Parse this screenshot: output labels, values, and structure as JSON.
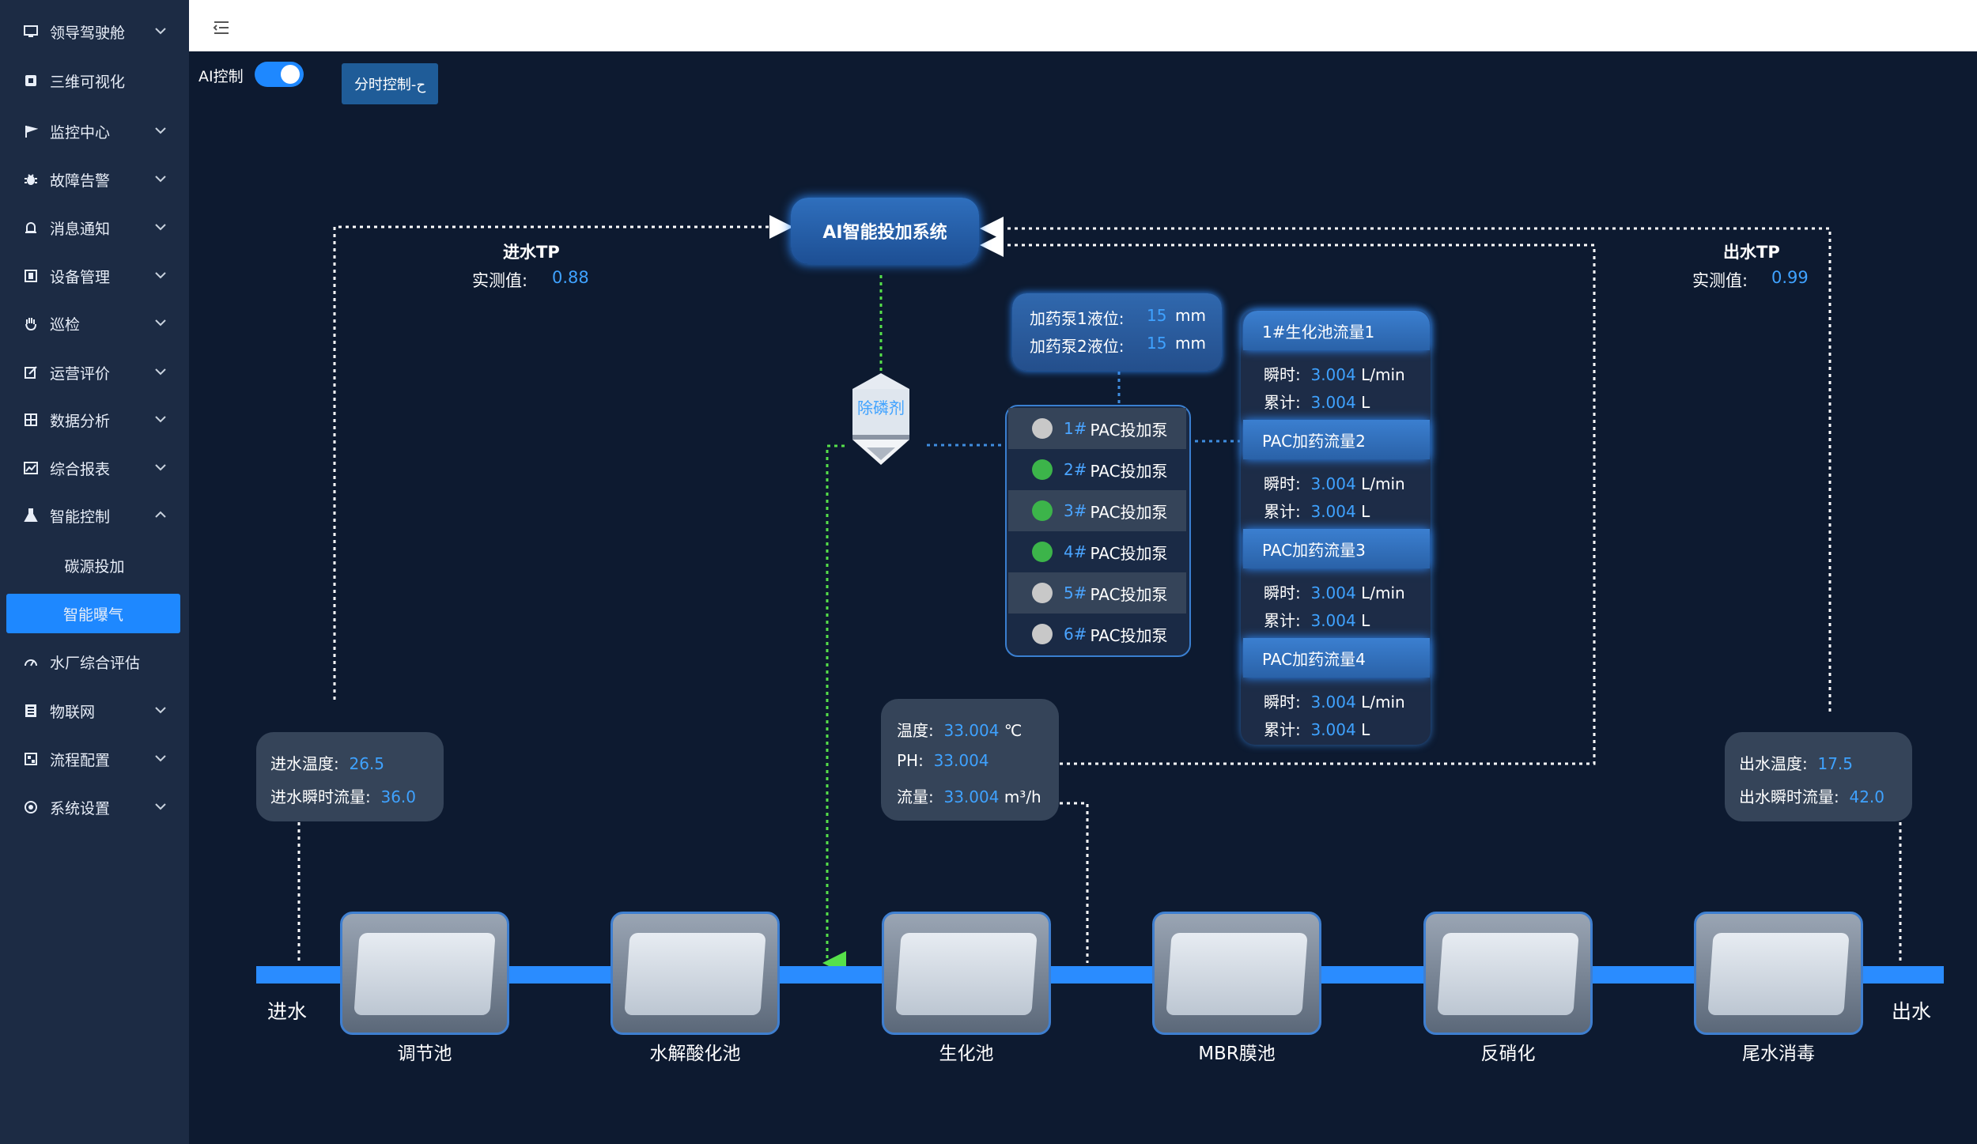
{
  "sidebar": {
    "items": [
      {
        "label": "领导驾驶舱",
        "icon": "monitor-icon"
      },
      {
        "label": "三维可视化",
        "icon": "cube-icon"
      },
      {
        "label": "监控中心",
        "icon": "flag-icon"
      },
      {
        "label": "故障告警",
        "icon": "bug-icon"
      },
      {
        "label": "消息通知",
        "icon": "bell-icon"
      },
      {
        "label": "设备管理",
        "icon": "device-icon"
      },
      {
        "label": "巡检",
        "icon": "hand-icon"
      },
      {
        "label": "运营评价",
        "icon": "edit-icon"
      },
      {
        "label": "数据分析",
        "icon": "data-icon"
      },
      {
        "label": "综合报表",
        "icon": "chart-icon"
      },
      {
        "label": "智能控制",
        "icon": "flask-icon"
      },
      {
        "label": "水厂综合评估",
        "icon": "gauge-icon"
      },
      {
        "label": "物联网",
        "icon": "list-icon"
      },
      {
        "label": "流程配置",
        "icon": "flow-icon"
      },
      {
        "label": "系统设置",
        "icon": "settings-icon"
      }
    ],
    "subitems": [
      "碳源投加",
      "智能曝气"
    ]
  },
  "header": {
    "menu_icon": "menu-fold-icon"
  },
  "controls": {
    "ai_label": "AI控制",
    "ai_enabled": true,
    "time_button": "分时控制-ح"
  },
  "ai_system": {
    "title": "AI智能投加系统"
  },
  "inlet_tp": {
    "title": "进水TP",
    "label": "实测值:",
    "value": "0.88"
  },
  "outlet_tp": {
    "title": "出水TP",
    "label": "实测值:",
    "value": "0.99"
  },
  "tank": {
    "label": "除磷剂"
  },
  "levels": {
    "pump1_label": "加药泵1液位:",
    "pump1_value": "15",
    "pump1_unit": "mm",
    "pump2_label": "加药泵2液位:",
    "pump2_value": "15",
    "pump2_unit": "mm"
  },
  "pumps": [
    {
      "num": "1#",
      "label": "PAC投加泵",
      "status": "off",
      "color": "#c8c8c8"
    },
    {
      "num": "2#",
      "label": "PAC投加泵",
      "status": "on",
      "color": "#3cb44a"
    },
    {
      "num": "3#",
      "label": "PAC投加泵",
      "status": "on",
      "color": "#3cb44a"
    },
    {
      "num": "4#",
      "label": "PAC投加泵",
      "status": "on",
      "color": "#3cb44a"
    },
    {
      "num": "5#",
      "label": "PAC投加泵",
      "status": "off",
      "color": "#c8c8c8"
    },
    {
      "num": "6#",
      "label": "PAC投加泵",
      "status": "off",
      "color": "#c8c8c8"
    }
  ],
  "flows": [
    {
      "title": "1#生化池流量1",
      "inst_label": "瞬时:",
      "inst_value": "3.004",
      "inst_unit": "L/min",
      "total_label": "累计:",
      "total_value": "3.004",
      "total_unit": "L"
    },
    {
      "title": "PAC加药流量2",
      "inst_label": "瞬时:",
      "inst_value": "3.004",
      "inst_unit": "L/min",
      "total_label": "累计:",
      "total_value": "3.004",
      "total_unit": "L"
    },
    {
      "title": "PAC加药流量3",
      "inst_label": "瞬时:",
      "inst_value": "3.004",
      "inst_unit": "L/min",
      "total_label": "累计:",
      "total_value": "3.004",
      "total_unit": "L"
    },
    {
      "title": "PAC加药流量4",
      "inst_label": "瞬时:",
      "inst_value": "3.004",
      "inst_unit": "L/min",
      "total_label": "累计:",
      "total_value": "3.004",
      "total_unit": "L"
    }
  ],
  "bio_params": {
    "temp_label": "温度:",
    "temp_value": "33.004",
    "temp_unit": "℃",
    "ph_label": "PH:",
    "ph_value": "33.004",
    "flow_label": "流量:",
    "flow_value": "33.004",
    "flow_unit": "m³/h"
  },
  "inlet": {
    "temp_label": "进水温度:",
    "temp_value": "26.5",
    "flow_label": "进水瞬时流量:",
    "flow_value": "36.0",
    "end_label": "进水"
  },
  "outlet": {
    "temp_label": "出水温度:",
    "temp_value": "17.5",
    "flow_label": "出水瞬时流量:",
    "flow_value": "42.0",
    "end_label": "出水"
  },
  "processes": [
    "调节池",
    "水解酸化池",
    "生化池",
    "MBR膜池",
    "反硝化",
    "尾水消毒"
  ],
  "colors": {
    "accent": "#1e88ff",
    "value": "#3fa2ff",
    "pipe": "#2a8cff",
    "on": "#3cb44a",
    "off": "#c8c8c8",
    "feed_line": "#56e04a"
  }
}
